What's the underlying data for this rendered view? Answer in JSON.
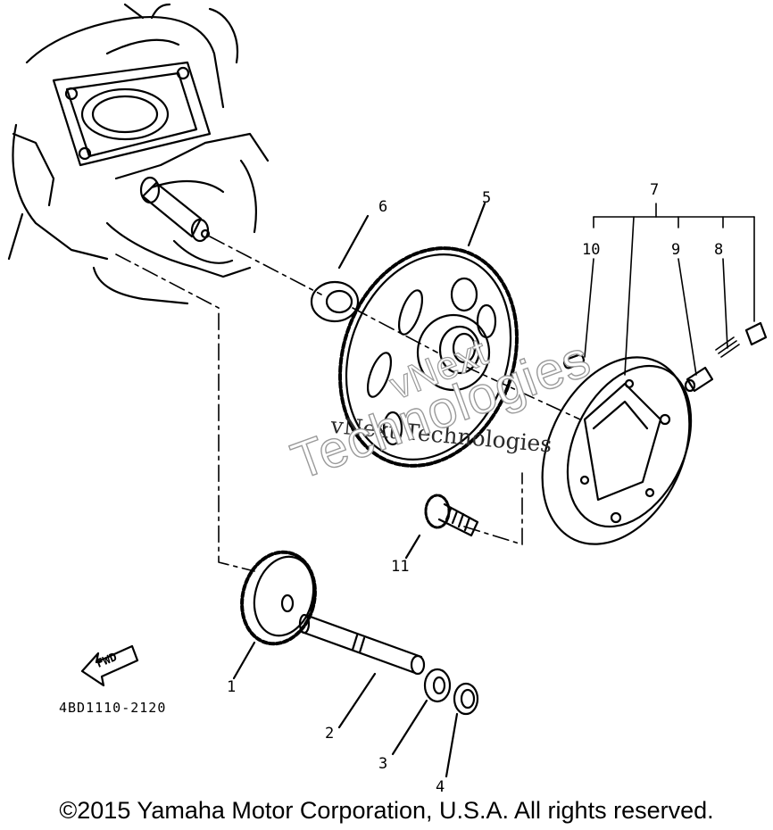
{
  "callouts": {
    "c1": "1",
    "c2": "2",
    "c3": "3",
    "c4": "4",
    "c5": "5",
    "c6": "6",
    "c7": "7",
    "c8": "8",
    "c9": "9",
    "c10": "10",
    "c11": "11"
  },
  "fwd_label": "FWD",
  "part_code": "4BD1110-2120",
  "watermark": {
    "line1": "vNext Technologies",
    "line2": "Technologies",
    "line3": "vNext"
  },
  "copyright": "©2015 Yamaha Motor Corporation, U.S.A. All rights reserved."
}
